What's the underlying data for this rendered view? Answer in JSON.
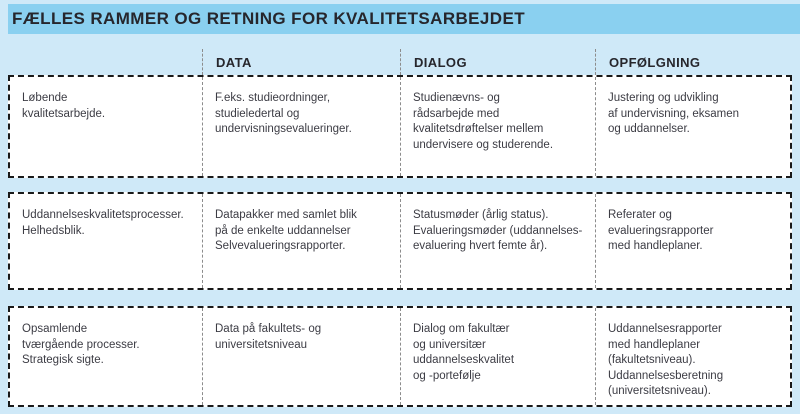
{
  "title": "FÆLLES RAMMER OG RETNING FOR KVALITETSARBEJDET",
  "colors": {
    "page_background": "#cfe9f8",
    "title_band": "#8ad0f0",
    "cell_background": "#ffffff",
    "outer_dashed_border": "#191919",
    "inner_divider": "#8c8c8c",
    "heading_text": "#26262c",
    "body_text": "#3c3c44"
  },
  "table": {
    "column_headers": [
      "DATA",
      "DIALOG",
      "OPFØLGNING"
    ],
    "rows": [
      {
        "cells": [
          "Løbende\nkvalitetsarbejde.",
          "F.eks. studieordninger,\nstudieledertal og\nundervisningsevalueringer.",
          "Studienævns- og\nrådsarbejde med\nkvalitetsdrøftelser mellem\nundervisere og studerende.",
          "Justering og udvikling\naf undervisning, eksamen\nog uddannelser."
        ]
      },
      {
        "cells": [
          "Uddannelseskvalitetsprocesser.\nHelhedsblik.",
          "Datapakker med samlet blik\npå de enkelte uddannelser\nSelvevalueringsrapporter.",
          "Statusmøder (årlig status).\nEvalueringsmøder (uddannelses-\nevaluering hvert femte år).",
          "Referater og\nevalueringsrapporter\nmed handleplaner."
        ]
      },
      {
        "cells": [
          "Opsamlende\ntværgående processer.\nStrategisk sigte.",
          "Data på fakultets- og\nuniversitetsniveau",
          "Dialog om fakultær\nog universitær\nuddannelseskvalitet\nog -portefølje",
          "Uddannelsesrapporter\nmed handleplaner\n(fakultetsniveau).\nUddannelsesberetning\n(universitetsniveau)."
        ]
      }
    ]
  }
}
